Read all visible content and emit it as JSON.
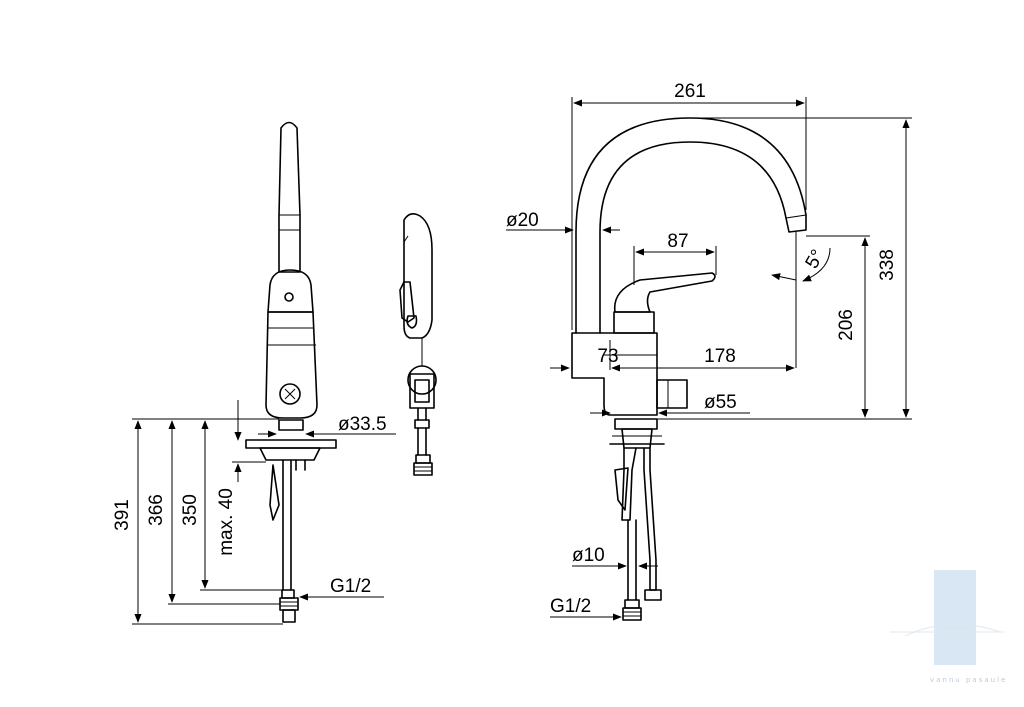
{
  "dimensions": {
    "spout_reach": "261",
    "total_height": "338",
    "spout_height": "206",
    "lever_length": "87",
    "spout_tilt": "5°",
    "spout_tube_dia": "ø20",
    "body_offset": "73",
    "spout_to_lever": "178",
    "base_dia": "ø55",
    "tube_dia": "ø10",
    "thread_right": "G1/2",
    "thread_left": "G1/2",
    "rosette_dia": "ø33.5",
    "len_391": "391",
    "len_366": "366",
    "len_350": "350",
    "max_thickness": "max. 40"
  },
  "watermark": {
    "text": "vannu pasaule"
  }
}
